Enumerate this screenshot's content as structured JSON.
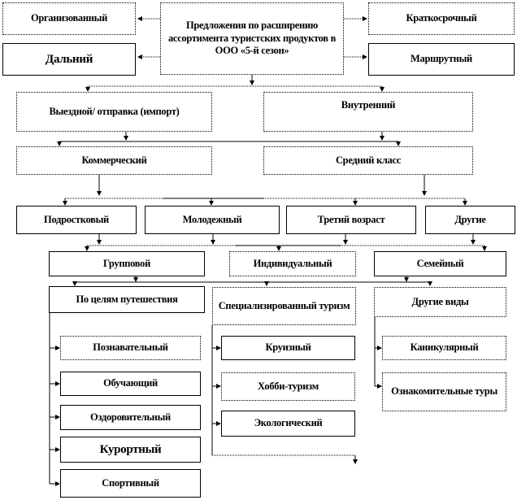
{
  "root": "Предложения по расширению ассортимента туристских продуктов в ООО «5-й сезон»",
  "side_left": [
    "Организованный",
    "Дальний"
  ],
  "side_right": [
    "Краткосрочный",
    "Маршрутный"
  ],
  "level1": [
    "Выездной/ отправка (импорт)",
    "Внутренний"
  ],
  "level2": [
    "Коммерческий",
    "Средний класс"
  ],
  "level3": [
    "Подростковый",
    "Молодежный",
    "Третий возраст",
    "Другие"
  ],
  "level4": [
    "Групповой",
    "Индивидуальный",
    "Семейный"
  ],
  "level5": [
    "По целям путешествия",
    "Специализированный туризм",
    "Другие виды"
  ],
  "goals": [
    "Познавательный",
    "Обучающий",
    "Оздоровительный",
    "Курортный",
    "Спортивный"
  ],
  "specialized": [
    "Круизный",
    "Хобби-туризм",
    "Экологический"
  ],
  "other_types": [
    "Каникулярный",
    "Ознакомительные туры"
  ]
}
